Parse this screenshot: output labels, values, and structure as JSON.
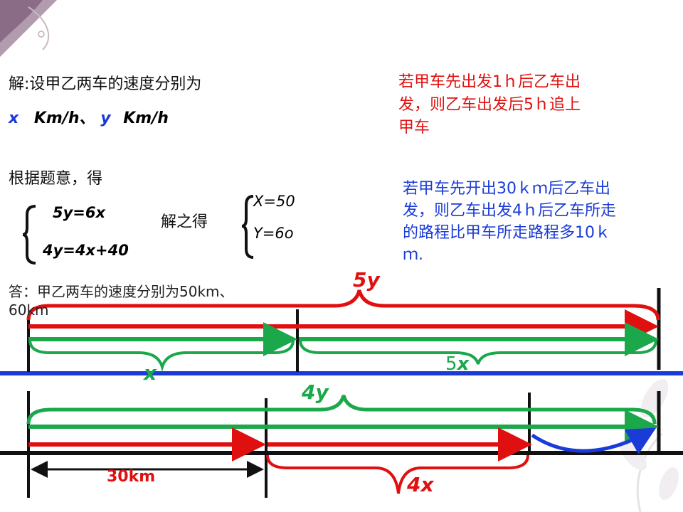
{
  "solution": {
    "line1": "解:设甲乙两车的速度分别为",
    "x_var": "x",
    "unit1": "Km/h、",
    "y_var": "y",
    "unit2": "Km/h",
    "basis": "根据题意，得",
    "eq1": "5y=6x",
    "eq2": "4y=4x+40",
    "solve_label": "解之得",
    "sol1": "X=50",
    "sol2": "Y=6o",
    "answer_line1": "答：甲乙两车的速度分别为50km、",
    "answer_line2": "60km"
  },
  "conditions": {
    "red_lines": [
      "若甲车先出发1ｈ后乙车出",
      "发，则乙车出发后5ｈ追上",
      "甲车"
    ],
    "blue_lines": [
      "若甲车先开出30ｋｍ后乙车出",
      "发，则乙车出发4ｈ后乙车所走",
      "的路程比甲车所走路程多10ｋ",
      "ｍ."
    ]
  },
  "diagram1": {
    "label_5y": "5y",
    "label_x": "x",
    "label_5_plain": "5",
    "label_5_var": "x"
  },
  "diagram2": {
    "label_4y": "4y",
    "label_30km": "30km",
    "label_4x": "4x"
  },
  "colors": {
    "red": "#e01010",
    "green": "#1aa84a",
    "blue": "#1a3bd8",
    "black": "#111111"
  }
}
